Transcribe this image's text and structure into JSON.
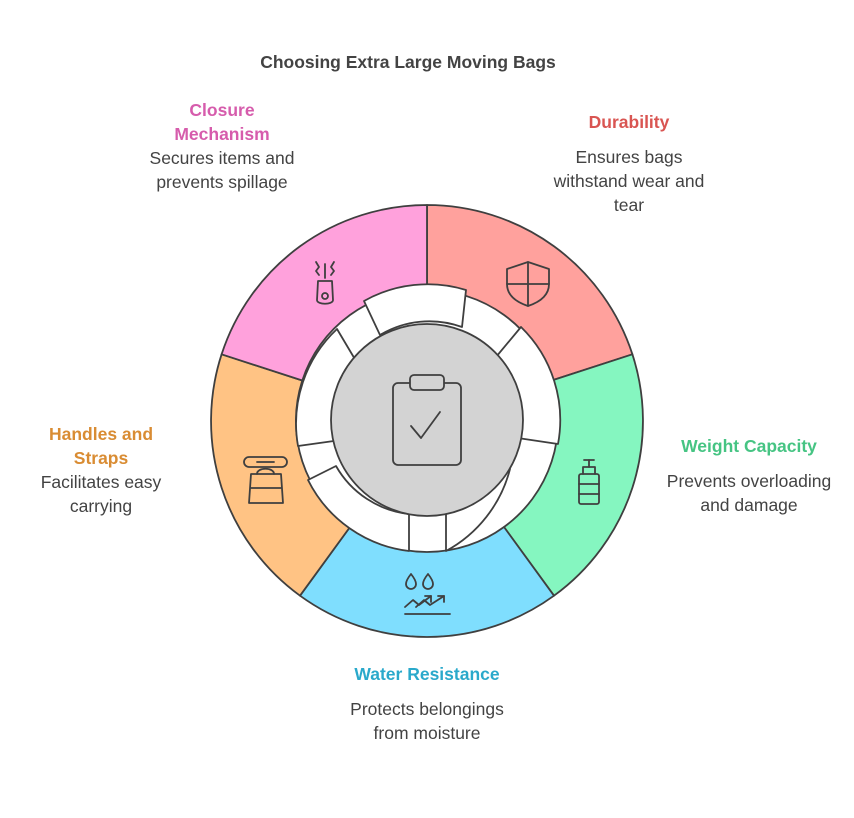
{
  "title": "Choosing Extra Large Moving Bags",
  "center": {
    "icon": "clipboard-check-icon"
  },
  "segments": [
    {
      "key": "durability",
      "heading": "Durability",
      "description": "Ensures bags withstand wear and tear",
      "color": "#ffa19d",
      "text_color": "#d95552",
      "icon": "shield-icon"
    },
    {
      "key": "weight-capacity",
      "heading": "Weight Capacity",
      "description": "Prevents overloading and damage",
      "color": "#85f6c0",
      "text_color": "#46c483",
      "icon": "gas-canister-icon"
    },
    {
      "key": "water-resistance",
      "heading": "Water Resistance",
      "description": "Protects belongings from moisture",
      "color": "#7fdefe",
      "text_color": "#2aa9cb",
      "icon": "water-drops-trend-icon"
    },
    {
      "key": "handles-straps",
      "heading": "Handles and Straps",
      "description": "Facilitates easy carrying",
      "color": "#ffc384",
      "text_color": "#d98c33",
      "icon": "bag-handle-icon"
    },
    {
      "key": "closure-mechanism",
      "heading": "Closure Mechanism",
      "description": "Secures items and prevents spillage",
      "color": "#ffa1dc",
      "text_color": "#d65cac",
      "icon": "zipper-icon"
    }
  ]
}
